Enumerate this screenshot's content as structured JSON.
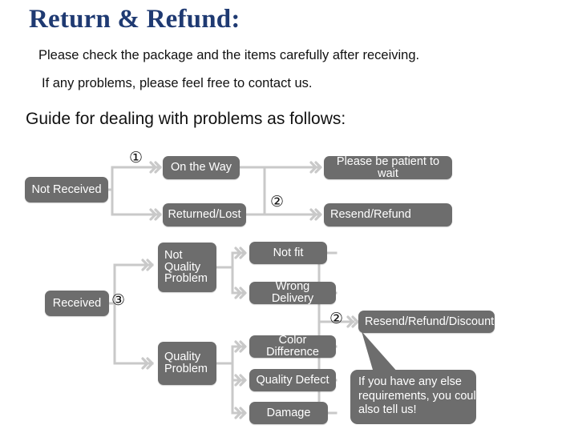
{
  "header": {
    "title": "Return & Refund:",
    "line1": "Please check the package and the items carefully after receiving.",
    "line2": "If any problems, please feel free to contact us.",
    "guide": "Guide for dealing with problems as follows:"
  },
  "colors": {
    "title_blue": "#1f3a72",
    "box_gray": "#6d6d6d",
    "box_text": "#ffffff",
    "connector_gray": "#c9c9c9",
    "background": "#ffffff"
  },
  "steps": {
    "one": "①",
    "two_top": "②",
    "two_bottom": "②",
    "three": "③"
  },
  "flow": {
    "not_received": "Not Received",
    "on_the_way": "On the Way",
    "returned_lost": "Returned/Lost",
    "please_wait": "Please be patient to wait",
    "resend_refund": "Resend/Refund",
    "received": "Received",
    "not_quality_problem": {
      "line1": "Not",
      "line2": "Quality",
      "line3": "Problem"
    },
    "quality_problem": {
      "line1": "Quality",
      "line2": "Problem"
    },
    "not_fit": "Not fit",
    "wrong_delivery": "Wrong Delivery",
    "color_difference": "Color Difference",
    "quality_defect": "Quality Defect",
    "damage": "Damage",
    "resend_refund_discount": "Resend/Refund/Discount"
  },
  "callout": {
    "line1": "If you have any else",
    "line2": "requirements, you could",
    "line3": "also tell us!"
  }
}
